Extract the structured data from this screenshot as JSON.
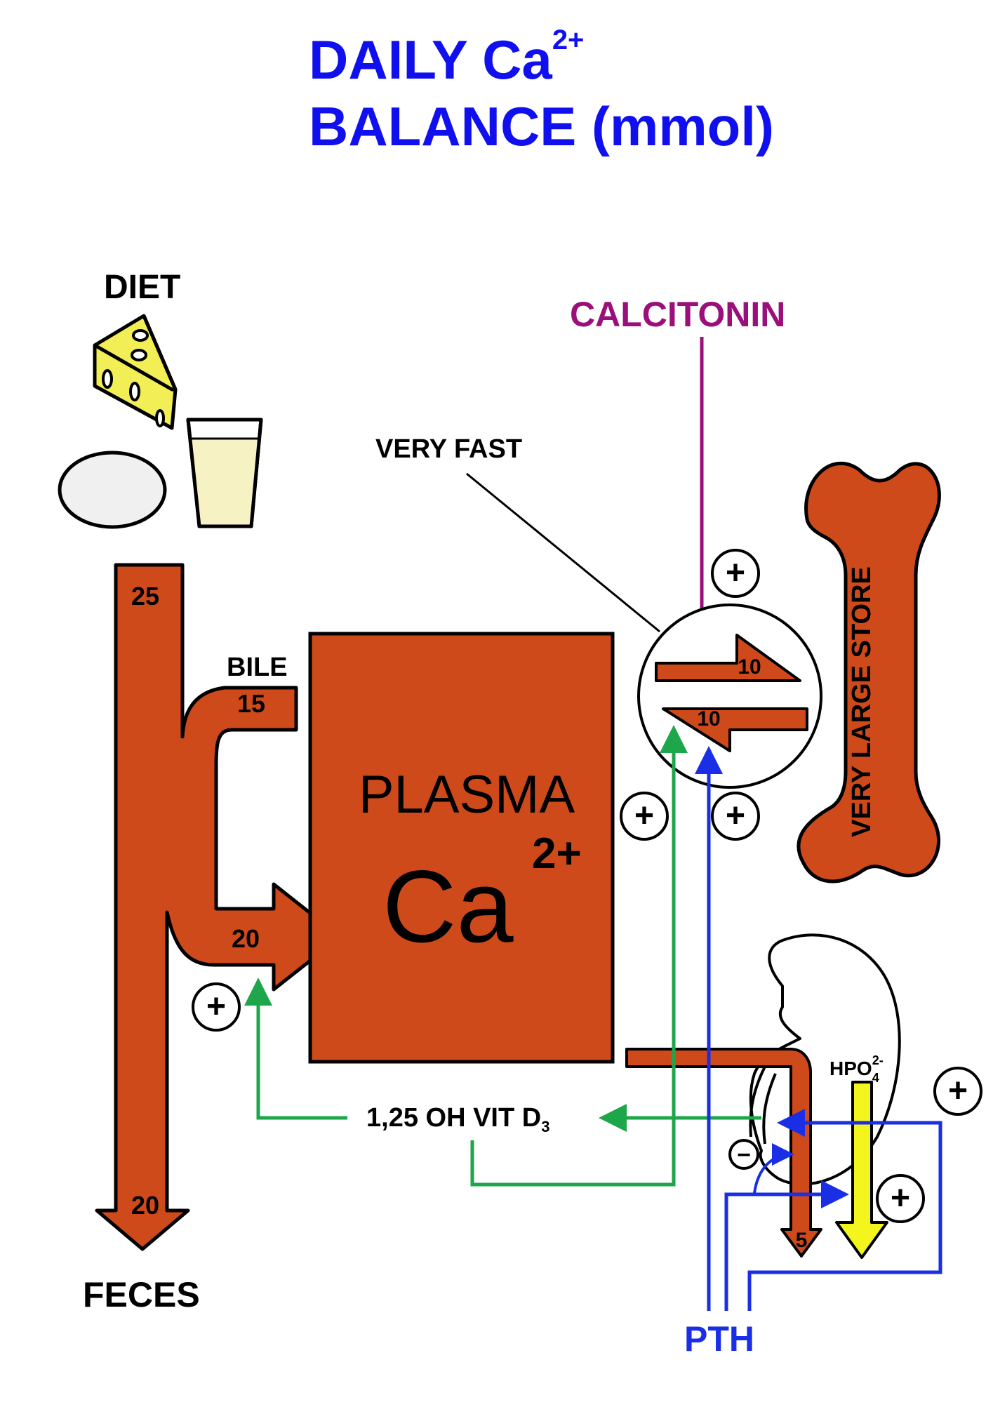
{
  "title": {
    "line1_prefix": "DAILY Ca",
    "line1_sup": "2+",
    "line2": "BALANCE (mmol)"
  },
  "labels": {
    "diet": "DIET",
    "feces": "FECES",
    "bile": "BILE",
    "calcitonin": "CALCITONIN",
    "very_fast": "VERY FAST",
    "very_large_store": "VERY LARGE STORE",
    "pth": "PTH",
    "plasma": "PLASMA",
    "ca": "Ca",
    "ca_sup": "2+",
    "vitd_main": "1,25 OH VIT D",
    "vitd_sub": "3",
    "hpo_main": "HPO",
    "hpo_sub": "4",
    "hpo_sup": "2-"
  },
  "flows": {
    "diet_intake": "25",
    "bile_secretion": "15",
    "gut_absorption": "20",
    "fecal_loss": "20",
    "bone_deposition": "10",
    "bone_resorption": "10",
    "urinary_loss": "5"
  },
  "signs": {
    "plus": "+",
    "minus": "−"
  },
  "colors": {
    "title": "#1010ee",
    "calcitonin": "#9b0f7a",
    "flow": "#cf4a1b",
    "vitamin_d": "#1ea64a",
    "pth": "#1a2ee6",
    "hpo4": "#f5f51e",
    "cheese": "#f2ee55",
    "milk": "#f7f2c4"
  }
}
